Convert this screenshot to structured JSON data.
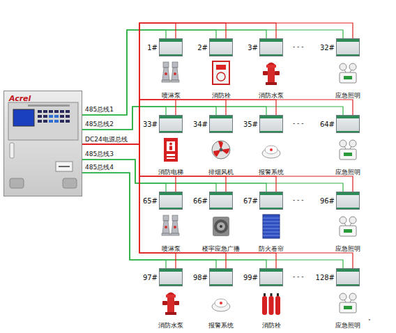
{
  "diagram": {
    "nodes": [
      {
        "text": [
          "Acrel"
        ]
      },
      {
        "text": [
          "1#"
        ]
      },
      {
        "text": [
          "2#"
        ]
      },
      {
        "text": [
          "3#"
        ]
      },
      {
        "text": [
          "32#"
        ]
      },
      {
        "text": [
          "喷淋泵"
        ]
      },
      {
        "text": [
          "消防栓"
        ]
      },
      {
        "text": [
          "消防水泵"
        ]
      },
      {
        "text": [
          "应急照明"
        ]
      },
      {
        "text": [
          "33#"
        ]
      },
      {
        "text": [
          "34#"
        ]
      },
      {
        "text": [
          "35#"
        ]
      },
      {
        "text": [
          "64#"
        ]
      },
      {
        "text": [
          "消防电梯"
        ]
      },
      {
        "text": [
          "排烟风机"
        ]
      },
      {
        "text": [
          "报警系统"
        ]
      },
      {
        "text": [
          "应急照明"
        ]
      },
      {
        "text": [
          "65#"
        ]
      },
      {
        "text": [
          "66#"
        ]
      },
      {
        "text": [
          "67#"
        ]
      },
      {
        "text": [
          "96#"
        ]
      },
      {
        "text": [
          "喷淋泵"
        ]
      },
      {
        "text": [
          "楼宇应急广播"
        ]
      },
      {
        "text": [
          "防火卷帘"
        ]
      },
      {
        "text": [
          "应急照明"
        ]
      },
      {
        "text": [
          "97#"
        ]
      },
      {
        "text": [
          "98#"
        ]
      },
      {
        "text": [
          "99#"
        ]
      },
      {
        "text": [
          "128#"
        ]
      },
      {
        "text": [
          "消防水泵"
        ]
      },
      {
        "text": [
          "报警系统"
        ]
      },
      {
        "text": [
          "消防栓"
        ]
      },
      {
        "text": [
          "应急照明"
        ]
      }
    ],
    "edges": [
      {
        "from": 0,
        "to": 1,
        "arrow": "none",
        "label": "485总线1"
      },
      {
        "from": 0,
        "to": 2,
        "arrow": "none"
      },
      {
        "from": 0,
        "to": 3,
        "arrow": "none"
      },
      {
        "from": 0,
        "to": 4,
        "arrow": "none"
      },
      {
        "from": 0,
        "to": 9,
        "arrow": "none",
        "label": "485总线2"
      },
      {
        "from": 0,
        "to": 10,
        "arrow": "none"
      },
      {
        "from": 0,
        "to": 11,
        "arrow": "none"
      },
      {
        "from": 0,
        "to": 12,
        "arrow": "none"
      },
      {
        "from": 0,
        "to": 17,
        "arrow": "none",
        "label": "485总线3"
      },
      {
        "from": 0,
        "to": 18,
        "arrow": "none"
      },
      {
        "from": 0,
        "to": 19,
        "arrow": "none"
      },
      {
        "from": 0,
        "to": 20,
        "arrow": "none"
      },
      {
        "from": 0,
        "to": 25,
        "arrow": "none",
        "label": "485总线4"
      },
      {
        "from": 0,
        "to": 26,
        "arrow": "none"
      },
      {
        "from": 0,
        "to": 27,
        "arrow": "none"
      },
      {
        "from": 0,
        "to": 28,
        "arrow": "none"
      },
      {
        "from": 0,
        "to": 1,
        "arrow": "none",
        "label": "DC24电源总线"
      },
      {
        "from": 0,
        "to": 2,
        "arrow": "none"
      },
      {
        "from": 0,
        "to": 3,
        "arrow": "none"
      },
      {
        "from": 0,
        "to": 4,
        "arrow": "none"
      },
      {
        "from": 0,
        "to": 9,
        "arrow": "none"
      },
      {
        "from": 0,
        "to": 10,
        "arrow": "none"
      },
      {
        "from": 0,
        "to": 11,
        "arrow": "none"
      },
      {
        "from": 0,
        "to": 12,
        "arrow": "none"
      },
      {
        "from": 0,
        "to": 17,
        "arrow": "none"
      },
      {
        "from": 0,
        "to": 18,
        "arrow": "none"
      },
      {
        "from": 0,
        "to": 19,
        "arrow": "none"
      },
      {
        "from": 0,
        "to": 20,
        "arrow": "none"
      },
      {
        "from": 0,
        "to": 25,
        "arrow": "none"
      },
      {
        "from": 0,
        "to": 26,
        "arrow": "none"
      },
      {
        "from": 0,
        "to": 27,
        "arrow": "none"
      },
      {
        "from": 0,
        "to": 28,
        "arrow": "none"
      }
    ],
    "labels": [
      "- - -",
      "- - -",
      "- - -",
      "- - -",
      "。"
    ]
  }
}
